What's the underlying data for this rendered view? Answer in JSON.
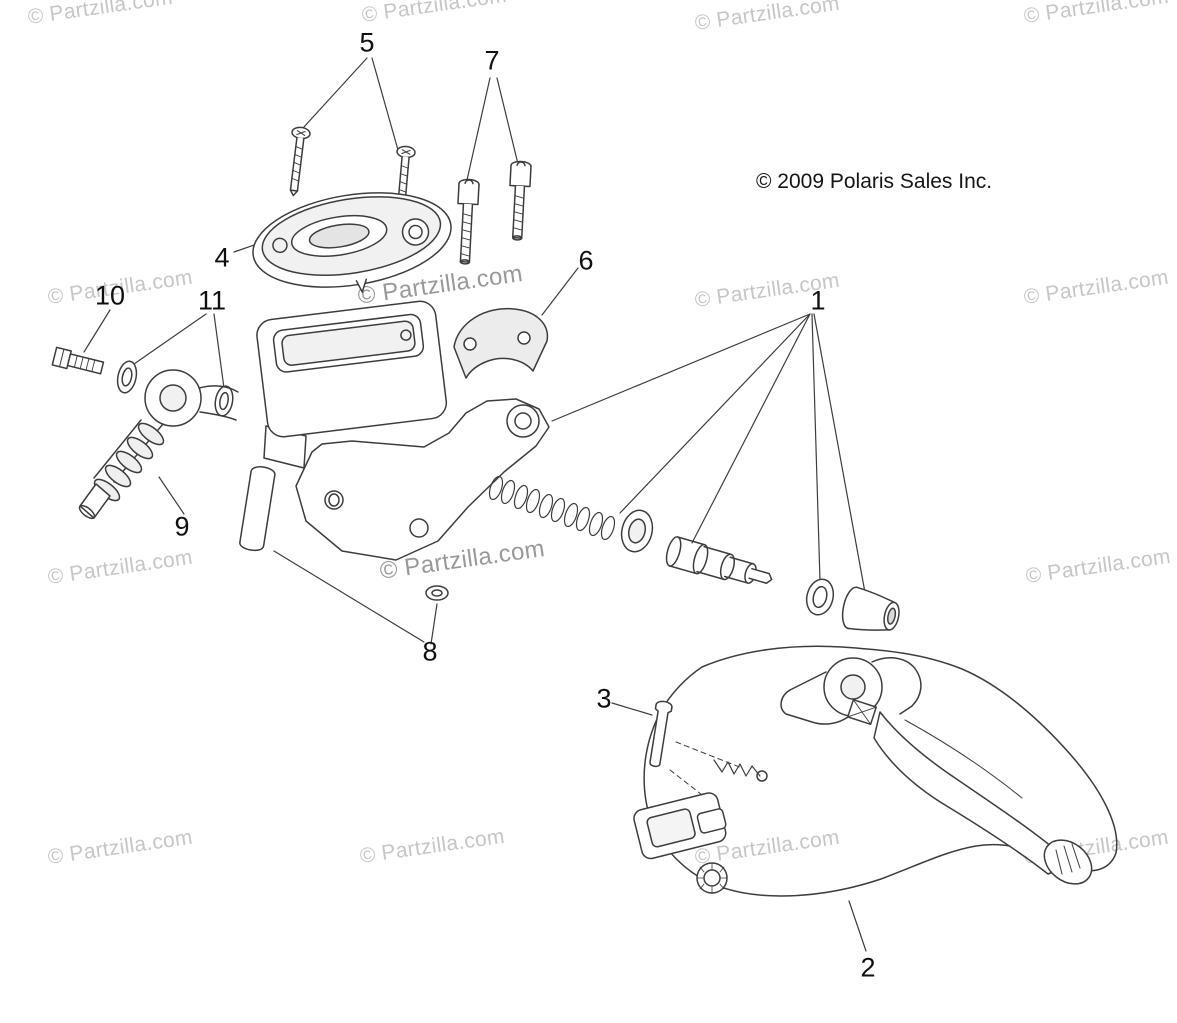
{
  "page": {
    "background_color": "#ffffff"
  },
  "watermark": {
    "text": "© Partzilla.com",
    "light_color": "#c6c6c6",
    "dark_color": "#999999"
  },
  "copyright": {
    "text": "© 2009 Polaris Sales Inc."
  },
  "diagram": {
    "line_color": "#3d3d3d",
    "callouts": [
      {
        "label": "1"
      },
      {
        "label": "2"
      },
      {
        "label": "3"
      },
      {
        "label": "4"
      },
      {
        "label": "5"
      },
      {
        "label": "6"
      },
      {
        "label": "7"
      },
      {
        "label": "8"
      },
      {
        "label": "9"
      },
      {
        "label": "10"
      },
      {
        "label": "11"
      }
    ]
  }
}
